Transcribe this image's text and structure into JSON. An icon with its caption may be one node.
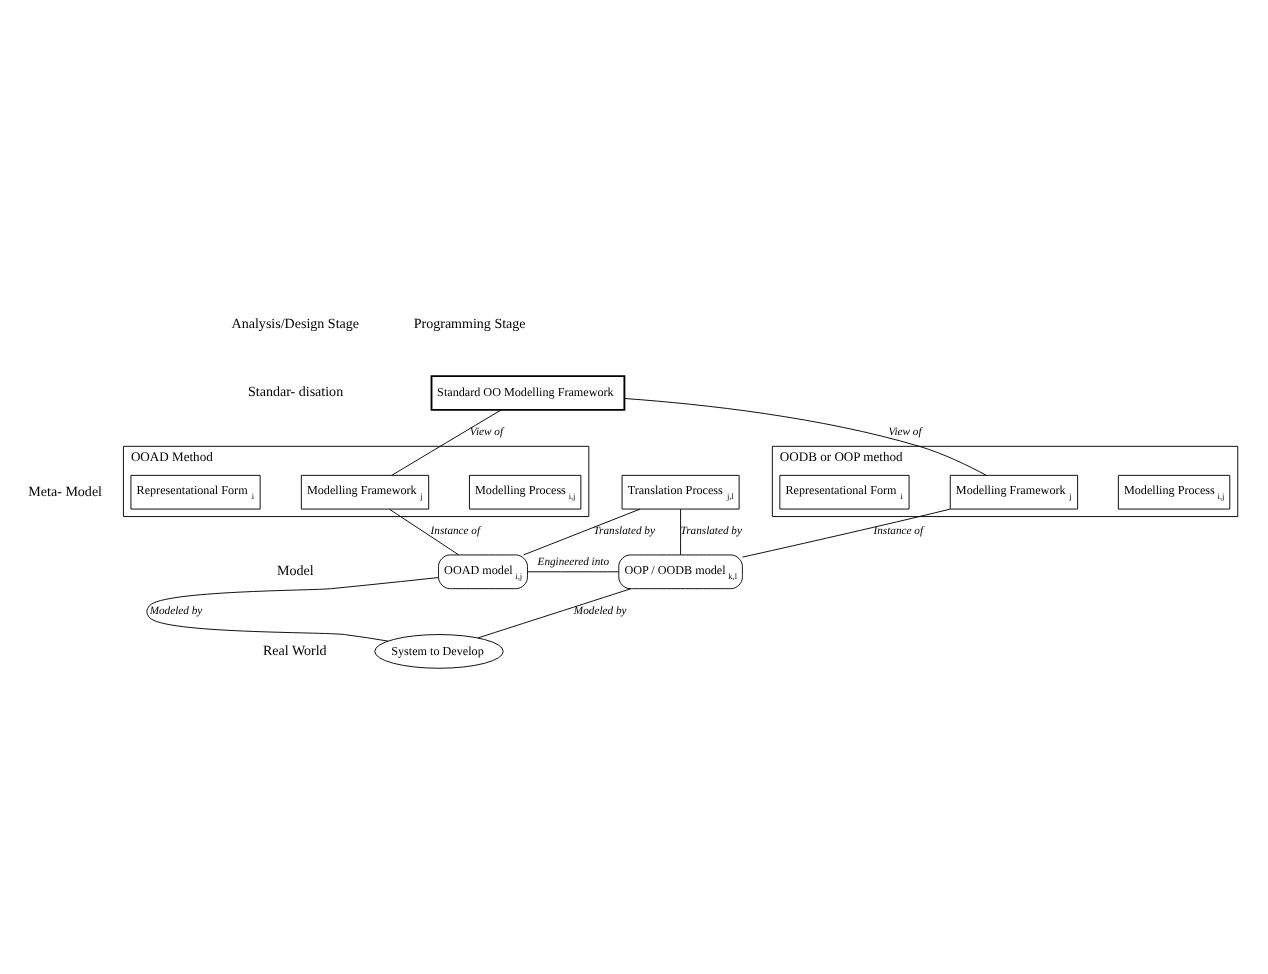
{
  "diagram": {
    "nodes": [
      {
        "text": [
          "Standard OO Modelling Framework"
        ]
      },
      {
        "text": [
          "OOAD Method"
        ]
      },
      {
        "text": [
          "Representational Form$_{i}$"
        ],
        "in": 1
      },
      {
        "text": [
          "Modelling Framework$_{j}$"
        ],
        "in": 1
      },
      {
        "text": [
          "Modelling Process$_{i,j}$"
        ],
        "in": 1
      },
      {
        "text": [
          "Translation Process$_{j,l}$"
        ]
      },
      {
        "text": [
          "OODB or OOP method"
        ]
      },
      {
        "text": [
          "Representational Form$_{i}$"
        ],
        "in": 6
      },
      {
        "text": [
          "Modelling Framework$_{j}$"
        ],
        "in": 6
      },
      {
        "text": [
          "Modelling Process$_{i,j}$"
        ],
        "in": 6
      },
      {
        "text": [
          "OOAD model$_{i,j}$"
        ]
      },
      {
        "text": [
          "OOP / OODB model$_{k,l}$"
        ]
      },
      {
        "text": [
          "System to Develop"
        ]
      }
    ],
    "edges": [
      {
        "from": 0,
        "to": 3,
        "arrow": "none",
        "label": "View of"
      },
      {
        "from": 0,
        "to": 8,
        "arrow": "none",
        "label": "View of"
      },
      {
        "from": 3,
        "to": 10,
        "arrow": "none",
        "label": "Instance of"
      },
      {
        "from": 8,
        "to": 11,
        "arrow": "none",
        "label": "Instance of"
      },
      {
        "from": 5,
        "to": 10,
        "arrow": "none",
        "label": "Translated by"
      },
      {
        "from": 5,
        "to": 11,
        "arrow": "none",
        "label": "Translated by"
      },
      {
        "from": 10,
        "to": 11,
        "arrow": "none",
        "label": "Engineered into"
      },
      {
        "from": 12,
        "to": 10,
        "arrow": "none",
        "label": "Modeled by"
      },
      {
        "from": 12,
        "to": 11,
        "arrow": "none",
        "label": "Modeled by"
      }
    ],
    "labels": [
      "Analysis/Design Stage",
      "Programming Stage",
      "Standar- disation",
      "Meta- Model",
      "Model",
      "Real World"
    ]
  }
}
